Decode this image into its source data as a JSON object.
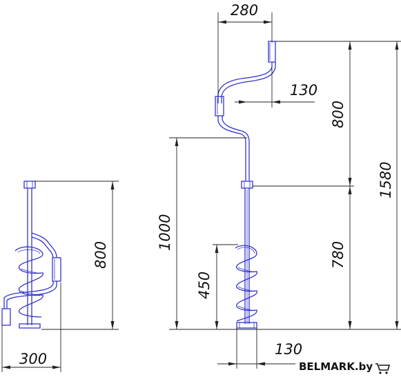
{
  "dimensions": {
    "top_width": "280",
    "handle_offset": "130",
    "upper_height": "800",
    "total_height": "1580",
    "lower_part_height": "1000",
    "lower_height": "780",
    "screw_height": "450",
    "bottom_width": "130",
    "folded_height": "800",
    "folded_width": "300"
  },
  "watermark": {
    "brand": "BELMARK.by",
    "logo": "cart-logo"
  }
}
